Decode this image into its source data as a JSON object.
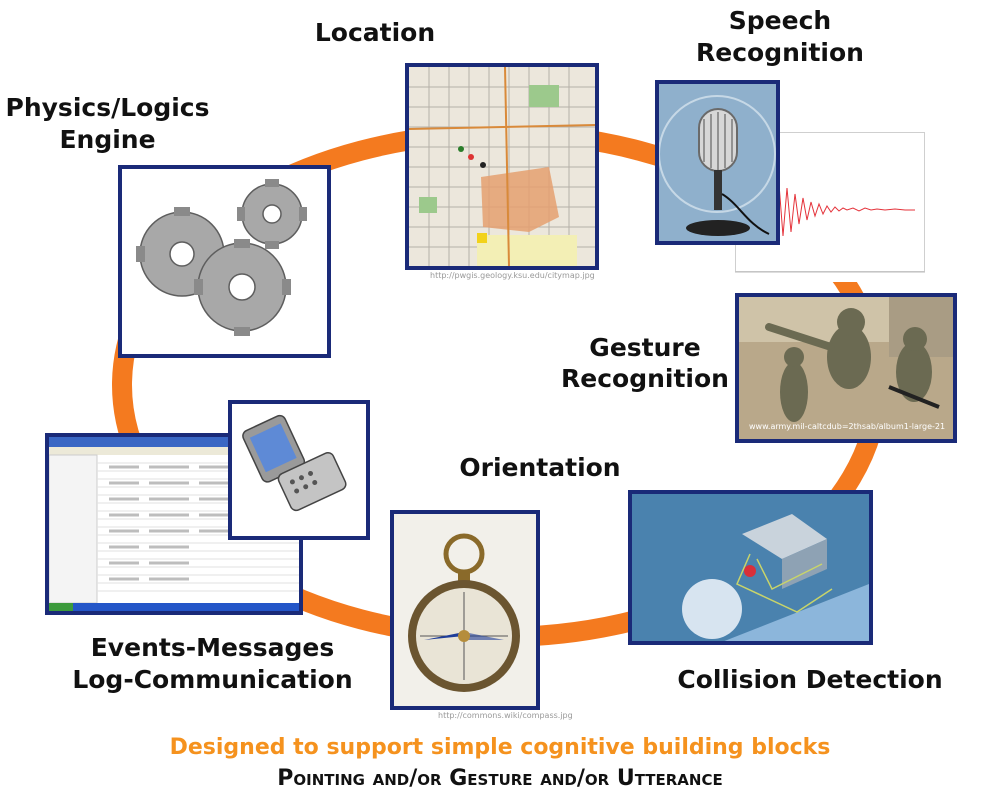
{
  "labels": {
    "location": "Location",
    "speech_line1": "Speech",
    "speech_line2": "Recognition",
    "physics_line1": "Physics/Logics",
    "physics_line2": "Engine",
    "gesture_line1": "Gesture",
    "gesture_line2": "Recognition",
    "orientation": "Orientation",
    "events_line1": "Events-Messages",
    "events_line2": "Log-Communication",
    "collision": "Collision Detection"
  },
  "photo_captions": {
    "gesture_photo_credit": "www.army.mil-caltcdub=2thsab/album1-large-21"
  },
  "footer": {
    "headline": "Designed to support simple cognitive building blocks",
    "subline": "Pointing and/or Gesture and/or Utterance"
  },
  "colors": {
    "ring": "#f47a1f",
    "frame": "#1a2a78",
    "headline": "#f5921e",
    "text": "#111111"
  },
  "icons": {
    "physics": "gears-icon",
    "location": "city-map-icon",
    "speech": "microphone-icon",
    "gesture": "soldiers-pointing-icon",
    "orientation": "compass-icon",
    "events": "log-window-icon",
    "phone": "flip-phone-icon",
    "collision": "3d-collision-scene-icon"
  }
}
